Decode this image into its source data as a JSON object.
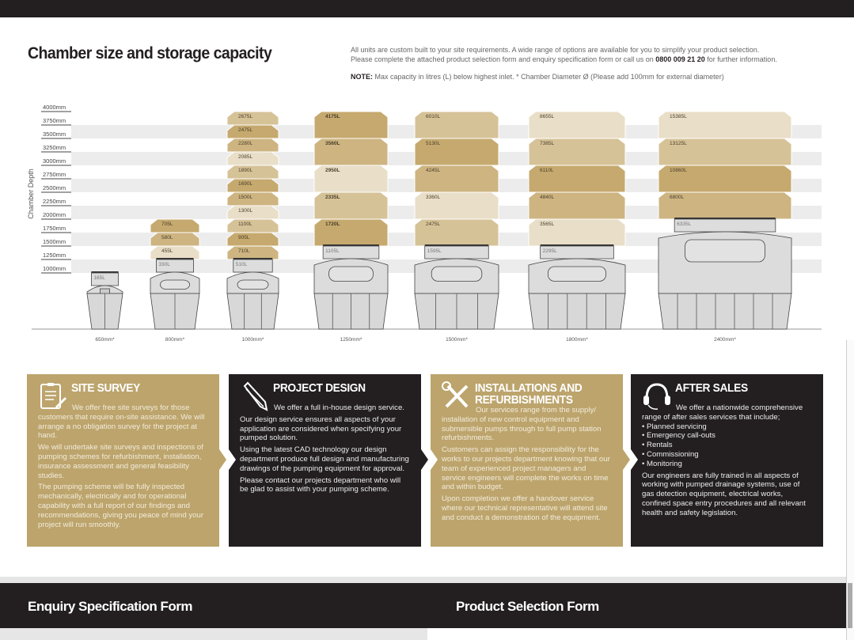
{
  "page": {
    "title": "Chamber size and storage capacity",
    "intro_line1": "All units are custom built to your site requirements. A wide range of options are available for you to simplify your product selection.",
    "intro_line2_pre": "Please complete the attached product selection form and enquiry specification form or call us on ",
    "phone": "0800 009 21 20",
    "intro_line2_post": " for further information.",
    "note_label": "NOTE:",
    "note_text": " Max capacity in litres (L) below highest inlet. * Chamber Diameter Ø (Please add 100mm for external diameter)"
  },
  "chart_data": {
    "type": "diagram",
    "ylabel": "Chamber Depth",
    "y_ticks": [
      "4000mm",
      "3750mm",
      "3500mm",
      "3250mm",
      "3000mm",
      "2750mm",
      "2500mm",
      "2250mm",
      "2000mm",
      "1750mm",
      "1500mm",
      "1250mm",
      "1000mm"
    ],
    "columns": [
      {
        "diameter": "650mm*",
        "base_depth_mm": 1000,
        "step_mm": 250,
        "capacities": [
          "165L"
        ]
      },
      {
        "diameter": "800mm*",
        "base_depth_mm": 1250,
        "step_mm": 250,
        "capacities": [
          "330L",
          "455L",
          "580L",
          "705L"
        ]
      },
      {
        "diameter": "1000mm*",
        "base_depth_mm": 1250,
        "step_mm": 250,
        "capacities": [
          "510L",
          "710L",
          "905L",
          "1100L",
          "1300L",
          "1500L",
          "1690L",
          "1890L",
          "2085L",
          "2280L",
          "2475L",
          "2675L"
        ]
      },
      {
        "diameter": "1250mm*",
        "base_depth_mm": 1500,
        "step_mm": 500,
        "capacities": [
          "1105L",
          "1720L",
          "2335L",
          "2950L",
          "3560L",
          "4175L"
        ]
      },
      {
        "diameter": "1500mm*",
        "base_depth_mm": 1500,
        "step_mm": 500,
        "capacities": [
          "1595L",
          "2475L",
          "3360L",
          "4245L",
          "5130L",
          "6010L"
        ]
      },
      {
        "diameter": "1800mm*",
        "base_depth_mm": 1500,
        "step_mm": 500,
        "capacities": [
          "2295L",
          "3565L",
          "4840L",
          "6110L",
          "7385L",
          "8655L"
        ]
      },
      {
        "diameter": "2400mm*",
        "base_depth_mm": 2000,
        "step_mm": 500,
        "capacities": [
          "6335L",
          "6800L",
          "10860L",
          "13125L",
          "15385L"
        ]
      }
    ]
  },
  "cards": [
    {
      "title": "SITE SURVEY",
      "icon": "clipboard-icon",
      "paragraphs": [
        "We offer free site surveys for those customers that require on-site assistance. We will arrange a no obligation survey for the project at hand.",
        "We will undertake site surveys and inspections of pumping schemes for refurbishment, installation, insurance assessment and general feasibility studies.",
        "The pumping scheme will be fully inspected mechanically, electrically and for operational capability with a full report of our findings and recommendations, giving you peace of mind your project will run smoothly."
      ]
    },
    {
      "title": "PROJECT DESIGN",
      "icon": "pencil-icon",
      "paragraphs": [
        "We offer a full in-house design service.",
        "Our design service ensures all aspects of your application are considered when specifying your pumped solution.",
        "Using the latest CAD technology our design department produce full design and manufacturing drawings of the pumping equipment for approval.",
        "Please contact our projects department who will be glad to assist with your pumping scheme."
      ]
    },
    {
      "title": "INSTALLATIONS AND REFURBISHMENTS",
      "icon": "tools-icon",
      "paragraphs": [
        "Our services range from the supply/ installation of new control equipment and submersible pumps through to full pump station refurbishments.",
        "Customers can assign the responsibility for the works to our projects department knowing that our team of experienced project managers and service engineers will complete the works on time and within budget.",
        "Upon completion we offer a handover service where our technical representative will attend site and conduct a demonstration of the equipment."
      ]
    },
    {
      "title": "AFTER SALES",
      "icon": "headset-icon",
      "paragraphs": [
        "We offer a nationwide comprehensive range of after sales services that include;"
      ],
      "list": [
        "Planned servicing",
        "Emergency call-outs",
        "Rentals",
        "Commissioning",
        "Monitoring"
      ],
      "closing": "Our engineers are fully trained in all aspects of working with pumped drainage systems, use of gas detection equipment, electrical works, confined space entry procedures and all relevant health and safety legislation."
    }
  ],
  "forms": {
    "enquiry": "Enquiry Specification Form",
    "product": "Product Selection Form"
  },
  "colors": {
    "gold": "#bca46c",
    "dark": "#231f20"
  }
}
